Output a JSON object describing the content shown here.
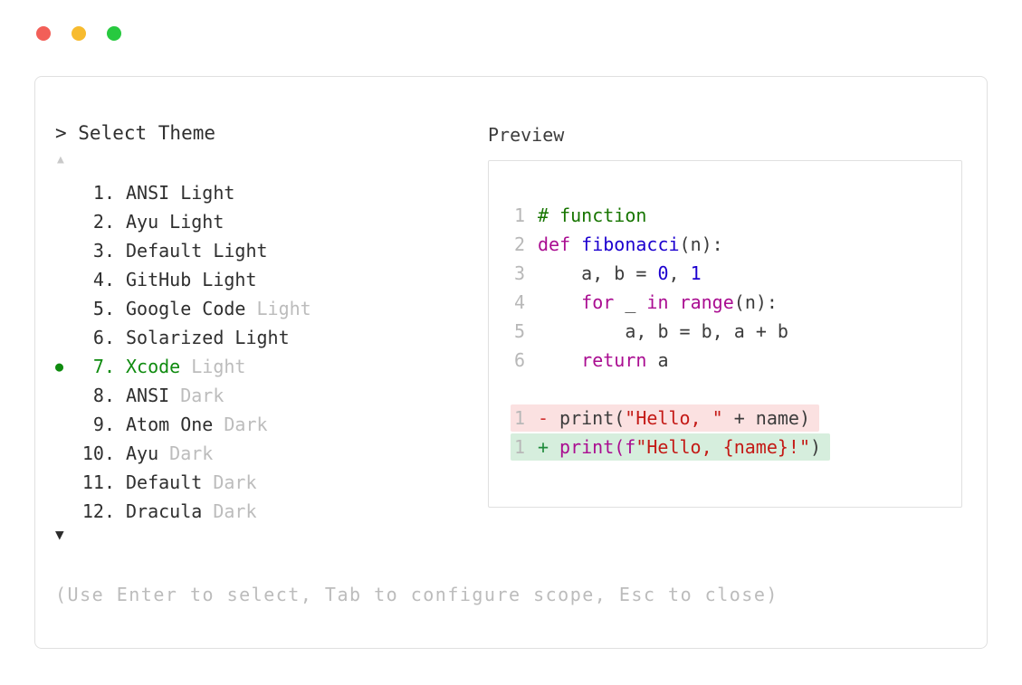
{
  "window": {
    "traffic_lights": [
      {
        "name": "close",
        "color": "#f25f58"
      },
      {
        "name": "minimize",
        "color": "#f7bb2f"
      },
      {
        "name": "maximize",
        "color": "#27c93f"
      }
    ]
  },
  "theme_picker": {
    "prompt": "> Select Theme",
    "scroll_up": "▲",
    "scroll_down": "▼",
    "selected_marker": "●",
    "items": [
      {
        "number": "1.",
        "name": "ANSI Light",
        "suffix": "",
        "selected": false
      },
      {
        "number": "2.",
        "name": "Ayu Light",
        "suffix": "",
        "selected": false
      },
      {
        "number": "3.",
        "name": "Default Light",
        "suffix": "",
        "selected": false
      },
      {
        "number": "4.",
        "name": "GitHub Light",
        "suffix": "",
        "selected": false
      },
      {
        "number": "5.",
        "name": "Google Code",
        "suffix": " Light",
        "selected": false
      },
      {
        "number": "6.",
        "name": "Solarized Light",
        "suffix": "",
        "selected": false
      },
      {
        "number": "7.",
        "name": "Xcode",
        "suffix": " Light",
        "selected": true
      },
      {
        "number": "8.",
        "name": "ANSI",
        "suffix": " Dark",
        "selected": false
      },
      {
        "number": "9.",
        "name": "Atom One",
        "suffix": " Dark",
        "selected": false
      },
      {
        "number": "10.",
        "name": "Ayu",
        "suffix": " Dark",
        "selected": false
      },
      {
        "number": "11.",
        "name": "Default",
        "suffix": " Dark",
        "selected": false
      },
      {
        "number": "12.",
        "name": "Dracula",
        "suffix": " Dark",
        "selected": false
      }
    ],
    "hint": "(Use Enter to select, Tab to configure scope, Esc to close)"
  },
  "preview": {
    "label": "Preview",
    "code_lines": [
      {
        "ln": "1",
        "segments": [
          {
            "text": "# function",
            "style": "comment"
          }
        ]
      },
      {
        "ln": "2",
        "segments": [
          {
            "text": "def ",
            "style": "keyword"
          },
          {
            "text": "fibonacci",
            "style": "function"
          },
          {
            "text": "(n):",
            "style": "plain"
          }
        ]
      },
      {
        "ln": "3",
        "segments": [
          {
            "text": "    a, b = ",
            "style": "plain"
          },
          {
            "text": "0",
            "style": "number"
          },
          {
            "text": ", ",
            "style": "plain"
          },
          {
            "text": "1",
            "style": "number"
          }
        ]
      },
      {
        "ln": "4",
        "segments": [
          {
            "text": "    ",
            "style": "plain"
          },
          {
            "text": "for",
            "style": "keyword"
          },
          {
            "text": " _ ",
            "style": "plain"
          },
          {
            "text": "in",
            "style": "keyword"
          },
          {
            "text": " ",
            "style": "plain"
          },
          {
            "text": "range",
            "style": "keyword"
          },
          {
            "text": "(n):",
            "style": "plain"
          }
        ]
      },
      {
        "ln": "5",
        "segments": [
          {
            "text": "        a, b = b, a + b",
            "style": "plain"
          }
        ]
      },
      {
        "ln": "6",
        "segments": [
          {
            "text": "    ",
            "style": "plain"
          },
          {
            "text": "return",
            "style": "keyword"
          },
          {
            "text": " a",
            "style": "plain"
          }
        ]
      },
      {
        "ln": "",
        "blank": true,
        "segments": []
      },
      {
        "ln": "1",
        "diff": "removed",
        "sign": "-",
        "segments": [
          {
            "text": "print(",
            "style": "plain"
          },
          {
            "text": "\"Hello, \"",
            "style": "string"
          },
          {
            "text": " + name)",
            "style": "plain"
          }
        ]
      },
      {
        "ln": "1",
        "diff": "added",
        "sign": "+",
        "segments": [
          {
            "text": "print(f",
            "style": "keyword"
          },
          {
            "text": "\"Hello, {name}!\"",
            "style": "string"
          },
          {
            "text": ")",
            "style": "plain"
          }
        ]
      }
    ]
  },
  "colors": {
    "text": "#2f2f2f",
    "muted": "#bcbcbc",
    "selected_green": "#0f8b0f",
    "panel_border": "#e0e0e0",
    "comment": "#177500",
    "keyword": "#aa0d91",
    "function": "#1c00cf",
    "number": "#1c00cf",
    "string": "#c41a16",
    "diff_removed_bg": "#fbe1e1",
    "diff_added_bg": "#d6eedd",
    "diff_removed_sign": "#d12f2f",
    "diff_added_sign": "#1f8a3b"
  }
}
